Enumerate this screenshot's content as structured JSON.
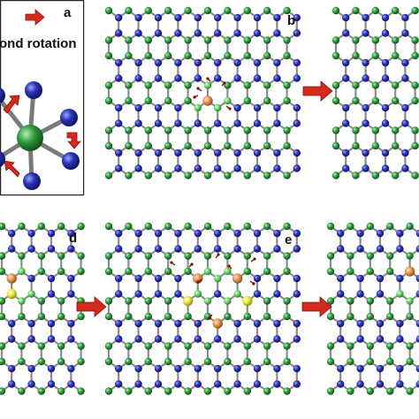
{
  "legend": {
    "text": "ond rotation"
  },
  "panels": [
    {
      "id": "a",
      "label": "a"
    },
    {
      "id": "b",
      "label": "b"
    },
    {
      "id": "c",
      "label": ""
    },
    {
      "id": "d",
      "label": "d"
    },
    {
      "id": "e",
      "label": "e"
    },
    {
      "id": "f",
      "label": ""
    }
  ],
  "colors": {
    "metal_atom": "#2e8b3e",
    "chalcogen_atom": "#2a33a3",
    "defect_atom_orange": "#e09a55",
    "defect_atom_lightgreen": "#5fd35f",
    "defect_atom_yellow": "#e6e63a",
    "rotation_arrow": "#d42a1e",
    "bond": "#8c8c8c"
  }
}
